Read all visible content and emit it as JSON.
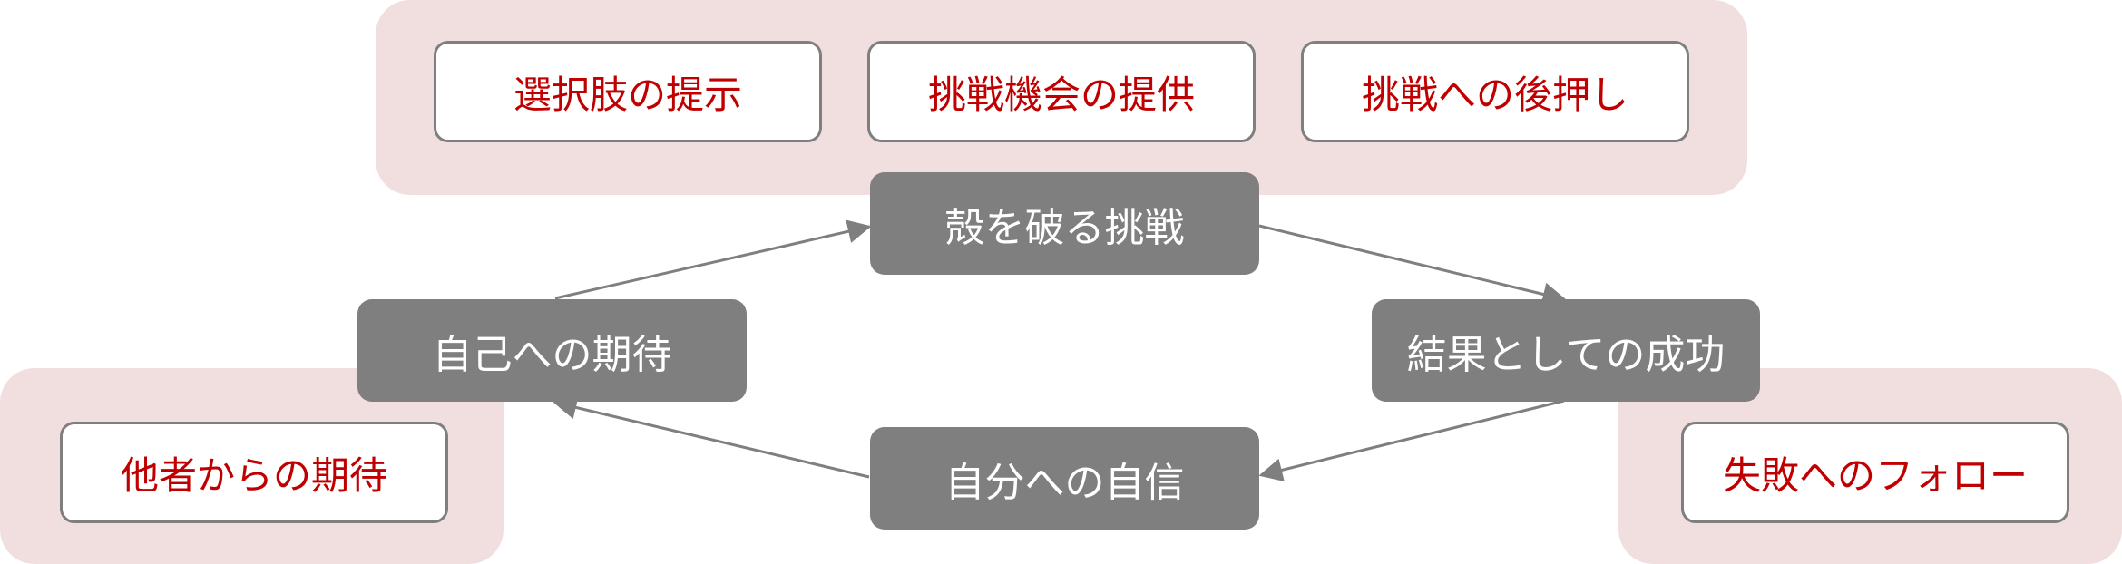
{
  "colors": {
    "panel_bg": "#f1dfdf",
    "support_text": "#c00000",
    "support_border": "#7f7f7f",
    "cycle_bg": "#7f7f7f",
    "cycle_text": "#ffffff",
    "arrow": "#7f7f7f"
  },
  "top_supports": {
    "items": [
      "選択肢の提示",
      "挑戦機会の提供",
      "挑戦への後押し"
    ]
  },
  "left_support": {
    "label": "他者からの期待"
  },
  "right_support": {
    "label": "失敗へのフォロー"
  },
  "cycle": {
    "top": "殻を破る挑戦",
    "right": "結果としての成功",
    "bottom": "自分への自信",
    "left": "自己への期待"
  }
}
